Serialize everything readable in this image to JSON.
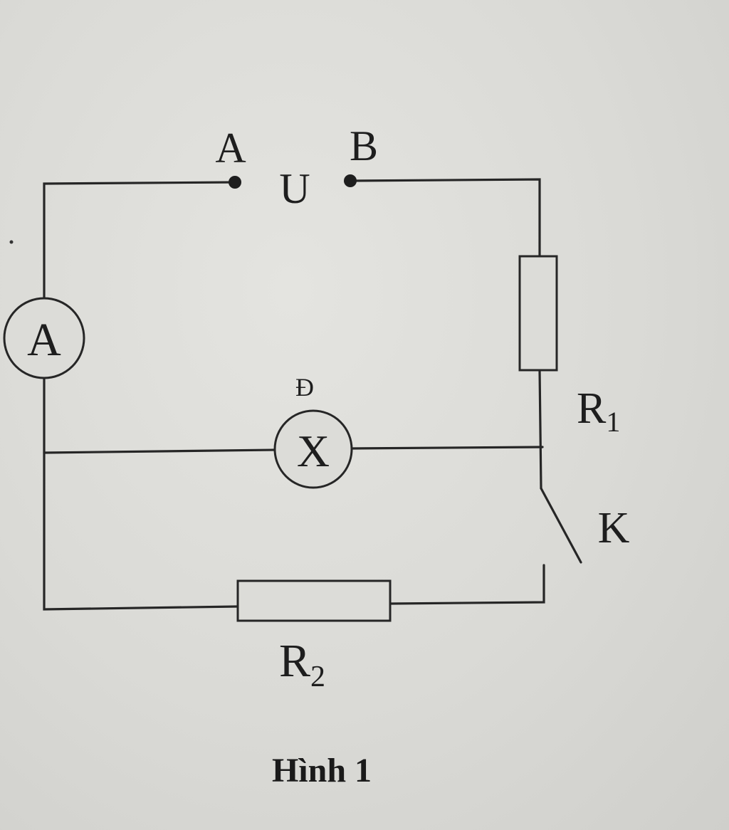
{
  "diagram": {
    "terminal_a_label": "A",
    "terminal_b_label": "B",
    "voltage_label": "U",
    "ammeter_symbol": "A",
    "lamp_label": "Đ",
    "lamp_symbol": "X",
    "r1_label": "R",
    "r1_subscript": "1",
    "r2_label": "R",
    "r2_subscript": "2",
    "switch_label": "K"
  },
  "caption": "Hình 1",
  "colors": {
    "paper": "#dcdcd8",
    "ink": "#262626"
  }
}
